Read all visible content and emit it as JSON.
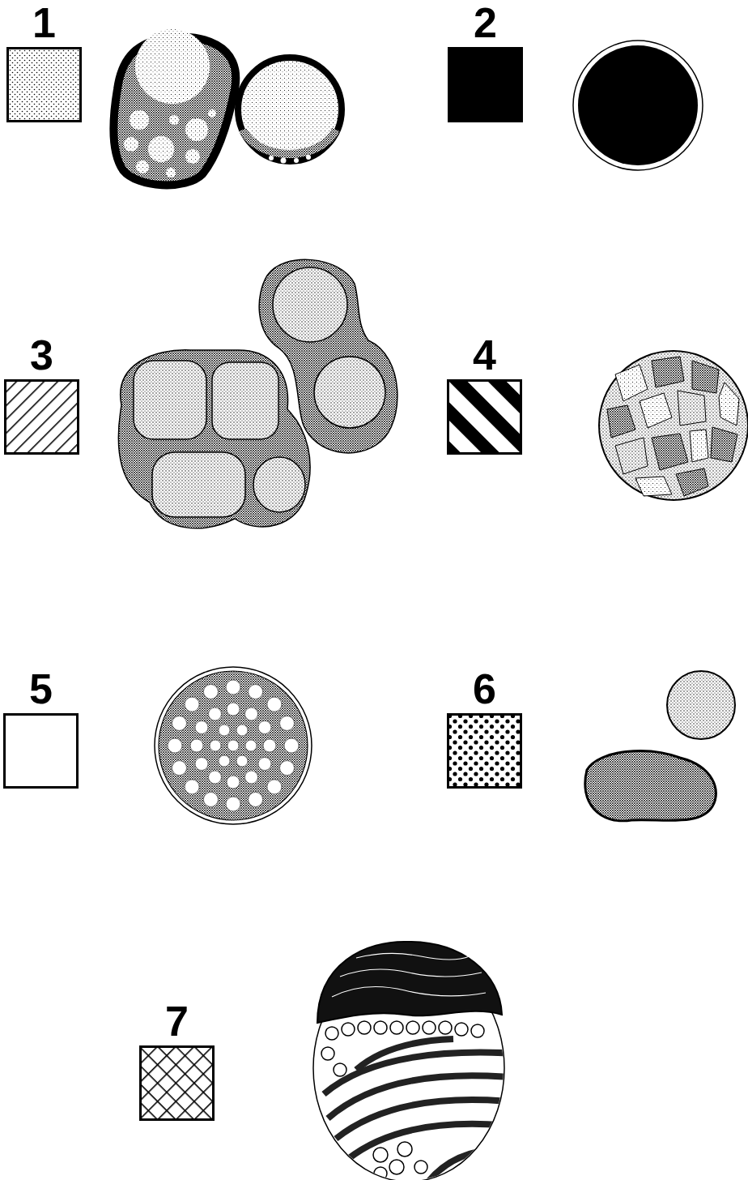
{
  "diagram": {
    "legend": [
      {
        "text": "1"
      },
      {
        "text": "2"
      },
      {
        "text": "3"
      },
      {
        "text": "4"
      },
      {
        "text": "5"
      },
      {
        "text": "6"
      },
      {
        "text": "7"
      }
    ]
  }
}
